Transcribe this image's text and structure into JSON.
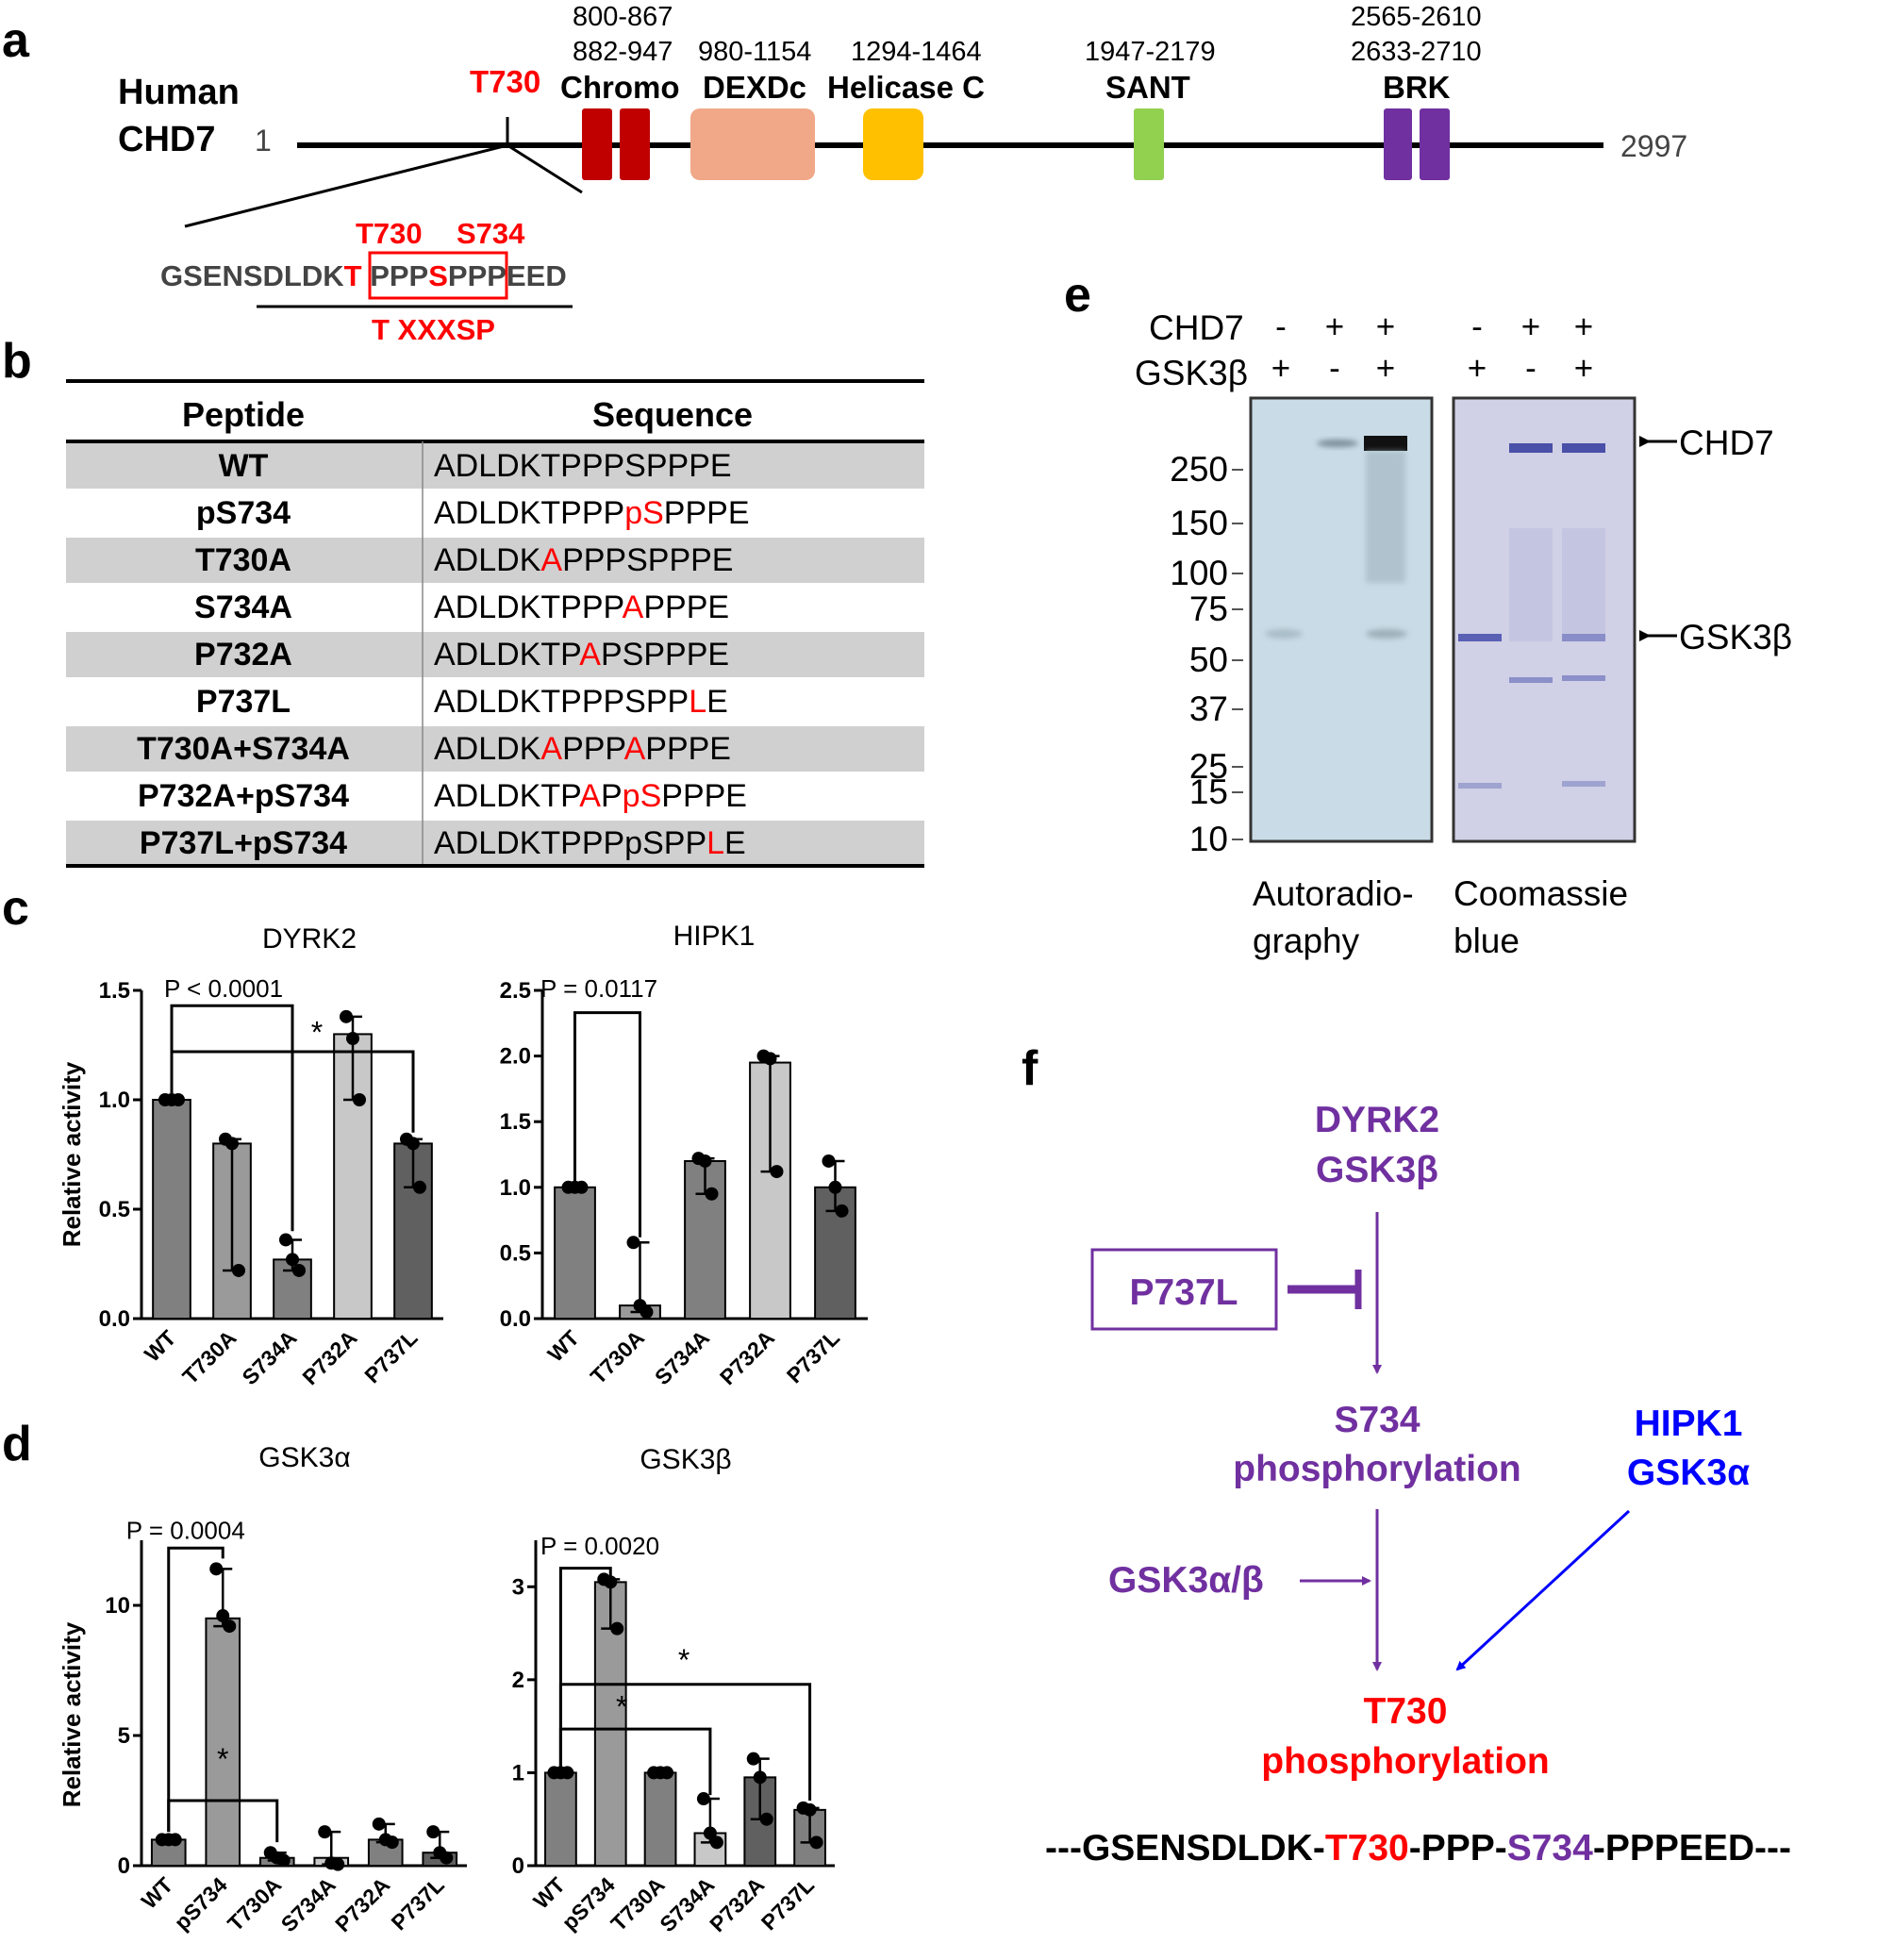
{
  "panels": {
    "a": "a",
    "b": "b",
    "c": "c",
    "d": "d",
    "e": "e",
    "f": "f"
  },
  "panel_a": {
    "title_line1": "Human",
    "title_line2": "CHD7",
    "start": "1",
    "end": "2997",
    "site_label": "T730",
    "domains": [
      {
        "range_top": "800-867",
        "range": "882-947",
        "name": "Chromo",
        "color": "#c00000"
      },
      {
        "range": "980-1154",
        "name": "DEXDc",
        "color": "#f0a888"
      },
      {
        "range": "1294-1464",
        "name": "Helicase C",
        "color": "#ffc000"
      },
      {
        "range": "1947-2179",
        "name": "SANT",
        "color": "#92d050"
      },
      {
        "range_top": "2565-2610",
        "range": "2633-2710",
        "name": "BRK",
        "color": "#7030a0"
      }
    ],
    "zoom_labels": [
      "T730",
      "S734"
    ],
    "zoom_seq": [
      "GSENSDLDK",
      "T",
      " PPP",
      "S",
      "P",
      "PPEED"
    ],
    "motif": [
      "T",
      " XXX",
      "SP"
    ]
  },
  "panel_b": {
    "headers": [
      "Peptide",
      "Sequence"
    ],
    "rows": [
      {
        "name": "WT",
        "seq": [
          [
            "ADLDKTPPPSPPPE",
            "k"
          ]
        ]
      },
      {
        "name": "pS734",
        "seq": [
          [
            "ADLDKTPPP",
            "k"
          ],
          [
            "pS",
            "r"
          ],
          [
            "PPPE",
            "k"
          ]
        ]
      },
      {
        "name": "T730A",
        "seq": [
          [
            "ADLDK",
            "k"
          ],
          [
            "A",
            "r"
          ],
          [
            "PPPSPPPE",
            "k"
          ]
        ]
      },
      {
        "name": "S734A",
        "seq": [
          [
            "ADLDKTPPP",
            "k"
          ],
          [
            "A",
            "r"
          ],
          [
            "PPPE",
            "k"
          ]
        ]
      },
      {
        "name": "P732A",
        "seq": [
          [
            "ADLDKTP",
            "k"
          ],
          [
            "A",
            "r"
          ],
          [
            "PSPPPE",
            "k"
          ]
        ]
      },
      {
        "name": "P737L",
        "seq": [
          [
            "ADLDKTPPPSPP",
            "k"
          ],
          [
            "L",
            "r"
          ],
          [
            "E",
            "k"
          ]
        ]
      },
      {
        "name": "T730A+S734A",
        "seq": [
          [
            "ADLDK",
            "k"
          ],
          [
            "A",
            "r"
          ],
          [
            "PPP",
            "k"
          ],
          [
            "A",
            "r"
          ],
          [
            "PPPE",
            "k"
          ]
        ]
      },
      {
        "name": "P732A+pS734",
        "seq": [
          [
            "ADLDKTP",
            "k"
          ],
          [
            "A",
            "r"
          ],
          [
            "P",
            "k"
          ],
          [
            "pS",
            "r"
          ],
          [
            "PPPE",
            "k"
          ]
        ]
      },
      {
        "name": "P737L+pS734",
        "seq": [
          [
            "ADLDKTPPPpSPP",
            "k"
          ],
          [
            "L",
            "r"
          ],
          [
            "E",
            "k"
          ]
        ]
      }
    ]
  },
  "chart_data": [
    {
      "id": "c-dyrk2",
      "type": "bar",
      "title": "DYRK2",
      "ylabel": "Relative activity",
      "categories": [
        "WT",
        "T730A",
        "S734A",
        "P732A",
        "P737L"
      ],
      "values": [
        1.0,
        0.8,
        0.27,
        1.3,
        0.8
      ],
      "points": [
        [
          1.0,
          1.0,
          1.0
        ],
        [
          0.82,
          0.8,
          0.22
        ],
        [
          0.36,
          0.27,
          0.22
        ],
        [
          1.38,
          1.28,
          1.0
        ],
        [
          0.82,
          0.8,
          0.6
        ]
      ],
      "colors": [
        "#808080",
        "#9a9a9a",
        "#808080",
        "#c8c8c8",
        "#606060"
      ],
      "ylim": [
        0,
        1.5
      ],
      "yticks": [
        "0.0",
        "0.5",
        "1.0",
        "1.5"
      ],
      "ytick_values": [
        0,
        0.5,
        1.0,
        1.5
      ],
      "annotations": [
        "P < 0.0001",
        "*"
      ]
    },
    {
      "id": "c-hipk1",
      "type": "bar",
      "title": "HIPK1",
      "ylabel": "",
      "categories": [
        "WT",
        "T730A",
        "S734A",
        "P732A",
        "P737L"
      ],
      "values": [
        1.0,
        0.1,
        1.2,
        1.95,
        1.0
      ],
      "points": [
        [
          1.0,
          1.0,
          1.0
        ],
        [
          0.58,
          0.1,
          0.05
        ],
        [
          1.22,
          1.2,
          0.95
        ],
        [
          2.0,
          1.98,
          1.12
        ],
        [
          1.2,
          1.0,
          0.82
        ]
      ],
      "colors": [
        "#808080",
        "#9a9a9a",
        "#808080",
        "#c8c8c8",
        "#606060"
      ],
      "ylim": [
        0,
        2.5
      ],
      "yticks": [
        "0.0",
        "0.5",
        "1.0",
        "1.5",
        "2.0",
        "2.5"
      ],
      "ytick_values": [
        0,
        0.5,
        1.0,
        1.5,
        2.0,
        2.5
      ],
      "annotations": [
        "P = 0.0117"
      ]
    },
    {
      "id": "d-gsk3a",
      "type": "bar",
      "title": "GSK3α",
      "ylabel": "Relative activity",
      "categories": [
        "WT",
        "pS734",
        "T730A",
        "S734A",
        "P732A",
        "P737L"
      ],
      "values": [
        1.0,
        9.5,
        0.3,
        0.3,
        1.0,
        0.5
      ],
      "points": [
        [
          1.0,
          1.0,
          1.0
        ],
        [
          11.4,
          9.6,
          9.2
        ],
        [
          0.5,
          0.3,
          0.2
        ],
        [
          1.3,
          0.1,
          0.05
        ],
        [
          1.6,
          1.0,
          0.9
        ],
        [
          1.3,
          0.5,
          0.3
        ]
      ],
      "colors": [
        "#808080",
        "#9a9a9a",
        "#808080",
        "#c8c8c8",
        "#808080",
        "#606060"
      ],
      "ylim": [
        0,
        12.5
      ],
      "yticks": [
        "0",
        "5",
        "10"
      ],
      "ytick_values": [
        0,
        5,
        10
      ],
      "annotations": [
        "P = 0.0004",
        "*"
      ]
    },
    {
      "id": "d-gsk3b",
      "type": "bar",
      "title": "GSK3β",
      "ylabel": "",
      "categories": [
        "WT",
        "pS734",
        "T730A",
        "S734A",
        "P732A",
        "P737L"
      ],
      "values": [
        1.0,
        3.05,
        1.0,
        0.35,
        0.95,
        0.6
      ],
      "points": [
        [
          1.0,
          1.0,
          1.0
        ],
        [
          3.08,
          3.05,
          2.55
        ],
        [
          1.0,
          1.0,
          1.0
        ],
        [
          0.72,
          0.35,
          0.25
        ],
        [
          1.15,
          0.95,
          0.5
        ],
        [
          0.62,
          0.6,
          0.25
        ]
      ],
      "colors": [
        "#808080",
        "#9a9a9a",
        "#808080",
        "#c8c8c8",
        "#606060",
        "#808080"
      ],
      "ylim": [
        0,
        3.5
      ],
      "yticks": [
        "0",
        "1",
        "2",
        "3"
      ],
      "ytick_values": [
        0,
        1,
        2,
        3
      ],
      "annotations": [
        "P = 0.0020",
        "*",
        "*"
      ]
    }
  ],
  "panel_e": {
    "row_labels": [
      "CHD7",
      "GSK3β"
    ],
    "signs_chd7": [
      "-",
      "+",
      "+",
      "-",
      "+",
      "+"
    ],
    "signs_gsk": [
      "+",
      "-",
      "+",
      "+",
      "-",
      "+"
    ],
    "markers": [
      "250",
      "150",
      "100",
      "75",
      "50",
      "37",
      "25",
      "15",
      "10"
    ],
    "band_labels": [
      "CHD7",
      "GSK3β"
    ],
    "captions_left": [
      "Autoradio-",
      "graphy"
    ],
    "captions_right": [
      "Coomassie",
      "blue"
    ]
  },
  "panel_f": {
    "top": [
      "DYRK2",
      "GSK3β"
    ],
    "inhibitor": "P737L",
    "mid": [
      "S734",
      "phosphorylation"
    ],
    "side_kinase": "GSK3α/β",
    "right": [
      "HIPK1",
      "GSK3α"
    ],
    "bottom": [
      "T730",
      "phosphorylation"
    ],
    "sequence": [
      "---GSENSDLDK-",
      "T730",
      "-PPP-",
      "S734",
      "-PPPEED---"
    ]
  }
}
